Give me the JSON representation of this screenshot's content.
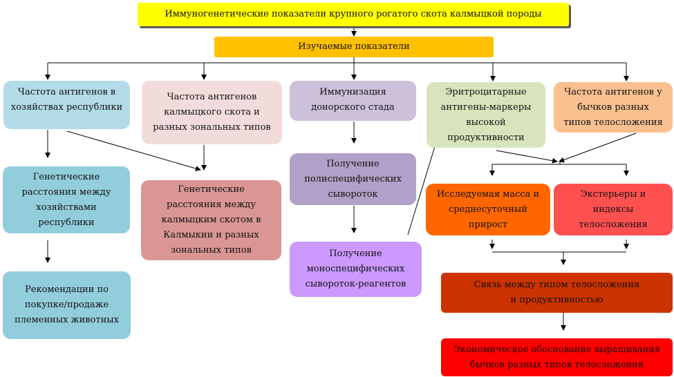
{
  "title": "Иммуногенетические показатели крупного рогатого скота калмыцкой породы",
  "studied": "Изучаемые показатели",
  "nodes": {
    "a1": [
      "Частота антигенов в",
      "хозяйствах республики"
    ],
    "a2": [
      "Частота антигенов",
      "калмыцкого скота и",
      "разных зональных типов"
    ],
    "a3": [
      "Иммунизация",
      "донорского стада"
    ],
    "a4": [
      "Эритроцитарные",
      "антигены-маркеры",
      "высокой",
      "продуктивности"
    ],
    "a5": [
      "Частота антигенов у",
      "бычков разных",
      "типов телосложения"
    ],
    "b1": [
      "Генетические",
      "расстояния между",
      "хозяйствами",
      "республики"
    ],
    "b2": [
      "Генетические",
      "расстояния между",
      "калмыцким скотом в",
      "Калмыкии и разных",
      "зональных типов"
    ],
    "b3": [
      "Получение",
      "полиспецифических",
      "сывороток"
    ],
    "b4": [
      "Получение",
      "моноспецифических",
      "сывороток-реагентов"
    ],
    "c1": [
      "Рекомендации по",
      "покупке/продаже",
      "племенных животных"
    ],
    "d1": [
      "Исследуемая масса и",
      "среднесуточный",
      "прирост"
    ],
    "d2": [
      "Экстерьеры и",
      "индексы",
      "телосложения"
    ],
    "e1": [
      "Связь между типом телосложения",
      "и продуктивностью"
    ],
    "f1": [
      "Экономическое обоснование выращивания",
      "бычков разных типов телосложения"
    ]
  },
  "colors": {
    "title": "#ffff00",
    "studied": "#ffc000",
    "a1": "#b3dbe8",
    "a2": "#f2dcdb",
    "a3": "#ccc0da",
    "a4": "#d7e4bc",
    "a5": "#fac090",
    "b1": "#92cddc",
    "b2": "#d99694",
    "b3": "#b1a0c7",
    "b4": "#cc99ff",
    "c1": "#92cddc",
    "d1": "#ff6600",
    "d2": "#ff5050",
    "e1": "#cc3300",
    "f1": "#ff0000"
  }
}
